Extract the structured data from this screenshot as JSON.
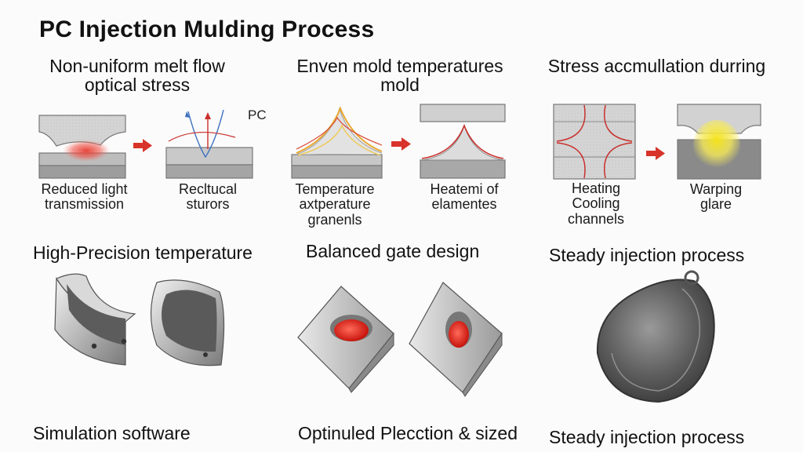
{
  "title": "PC Injection Mulding Process",
  "sections": {
    "s1": {
      "heading_line1": "Non-uniform melt flow",
      "heading_line2": "optical stress"
    },
    "s2": {
      "heading_line1": "Enven mold temperatures",
      "heading_line2": "mold"
    },
    "s3": {
      "heading_line1": "Stress accmullation durring"
    }
  },
  "labels": {
    "pc": "PC",
    "cap1_l1": "Reduced light",
    "cap1_l2": "transmission",
    "cap2_l1": "Recltucal",
    "cap2_l2": "sturors",
    "cap3_l1": "Temperature",
    "cap3_l2": "axtperature",
    "cap3_l3": "granenls",
    "cap4_l1": "Heatemi of",
    "cap4_l2": "elamentes",
    "cap5_l1": "Heating",
    "cap5_l2": "Cooling",
    "cap5_l3": "channels",
    "cap6_l1": "Warping",
    "cap6_l2": "glare"
  },
  "solutions": {
    "sol1": "High-Precision temperature",
    "sol2": "Balanced gate design",
    "sol3": "Steady injection process"
  },
  "footer": {
    "f1": "Simulation software",
    "f2": "Optinuled Plecction & sized",
    "f3": "Steady injection process"
  },
  "colors": {
    "arrow": "#d8332a",
    "stress": "#e53a2f",
    "glare": "#f4e21a",
    "gate": "#e0221a"
  }
}
